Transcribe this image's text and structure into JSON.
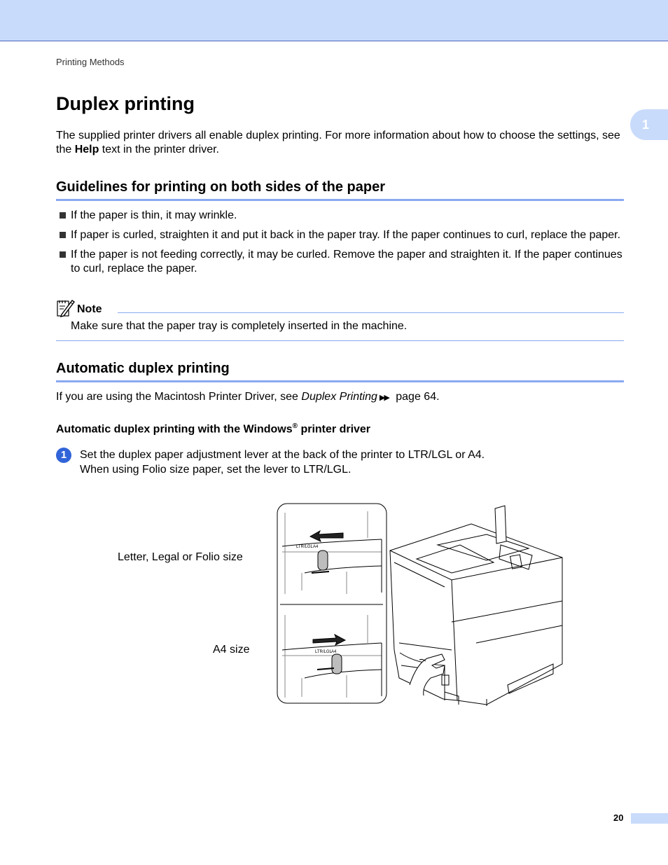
{
  "running_head": "Printing Methods",
  "chapter_number": "1",
  "title": "Duplex printing",
  "intro": {
    "before": "The supplied printer drivers all enable duplex printing. For more information about how to choose the settings, see the ",
    "bold": "Help",
    "after": " text in the printer driver."
  },
  "section1": {
    "heading": "Guidelines for printing on both sides of the paper",
    "bullets": [
      "If the paper is thin, it may wrinkle.",
      "If paper is curled, straighten it and put it back in the paper tray. If the paper continues to curl, replace the paper.",
      "If the paper is not feeding correctly, it may be curled. Remove the paper and straighten it. If the paper continues to curl, replace the paper."
    ]
  },
  "note": {
    "label": "Note",
    "text": "Make sure that the paper tray is completely inserted in the machine."
  },
  "section2": {
    "heading": "Automatic duplex printing",
    "mac_line": {
      "before": "If you are using the Macintosh Printer Driver, see ",
      "link": "Duplex Printing",
      "arrows": "▶▶",
      "after": " page 64."
    },
    "subheading": {
      "main": "Automatic duplex printing with the Windows",
      "sup": "®",
      "after": " printer driver"
    },
    "step": {
      "number": "1",
      "line1": "Set the duplex paper adjustment lever at the back of the printer to LTR/LGL or A4.",
      "line2": "When using Folio size paper, set the lever to LTR/LGL."
    }
  },
  "figure": {
    "label_top": "Letter, Legal or Folio size",
    "label_bottom": "A4 size",
    "lever_text_ltr": "LTR/LGL",
    "lever_text_a4": "A4"
  },
  "page_number": "20",
  "colors": {
    "band": "#c9dbfb",
    "rule": "#8aa9f0",
    "step_circle": "#3164d8"
  }
}
